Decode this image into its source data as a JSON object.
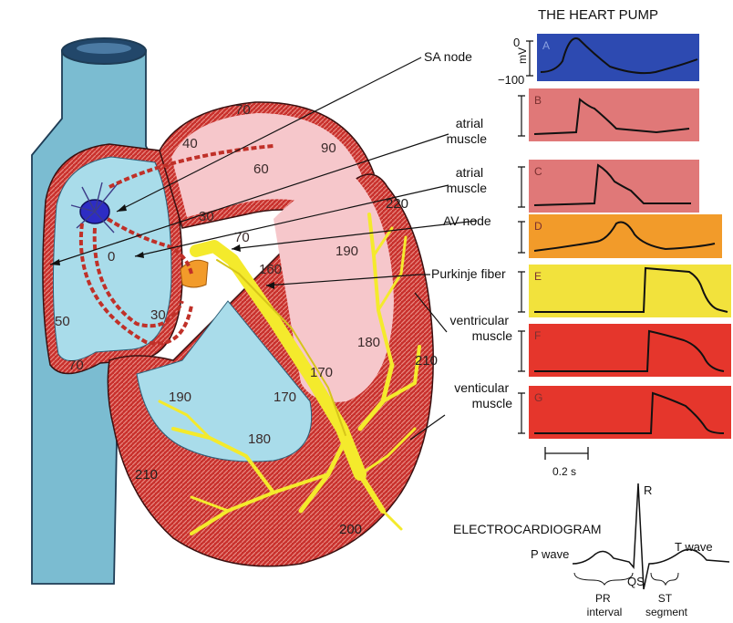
{
  "title": "THE HEART PUMP",
  "callouts": {
    "sa_node": "SA node",
    "atrial_muscle_1": "atrial\nmuscle",
    "atrial_muscle_2": "atrial\nmuscle",
    "av_node": "AV node",
    "purkinje": "Purkinje fiber",
    "ventricular_muscle": "ventricular\nmuscle",
    "venticular_muscle": "venticular\nmuscle"
  },
  "conduction_times": [
    "70",
    "40",
    "90",
    "60",
    "220",
    "30",
    "70",
    "0",
    "190",
    "160",
    "50",
    "30",
    "70",
    "180",
    "210",
    "170",
    "190",
    "170",
    "180",
    "210",
    "200"
  ],
  "traces": {
    "axis_top": "0",
    "axis_bottom": "−100",
    "axis_unit": "mV",
    "panels": [
      {
        "label": "A",
        "color": "#2d4ab1"
      },
      {
        "label": "B",
        "color": "#e07878"
      },
      {
        "label": "C",
        "color": "#e07878"
      },
      {
        "label": "D",
        "color": "#f29b2a"
      },
      {
        "label": "E",
        "color": "#f2e23c"
      },
      {
        "label": "F",
        "color": "#e5362c"
      },
      {
        "label": "G",
        "color": "#e5362c"
      }
    ],
    "scale_bar": "0.2 s"
  },
  "ecg": {
    "title": "ELECTROCARDIOGRAM",
    "p_wave": "P wave",
    "r": "R",
    "qs": "QS",
    "t_wave": "T wave",
    "pr_interval": "PR\ninterval",
    "st_segment": "ST\nsegment"
  }
}
